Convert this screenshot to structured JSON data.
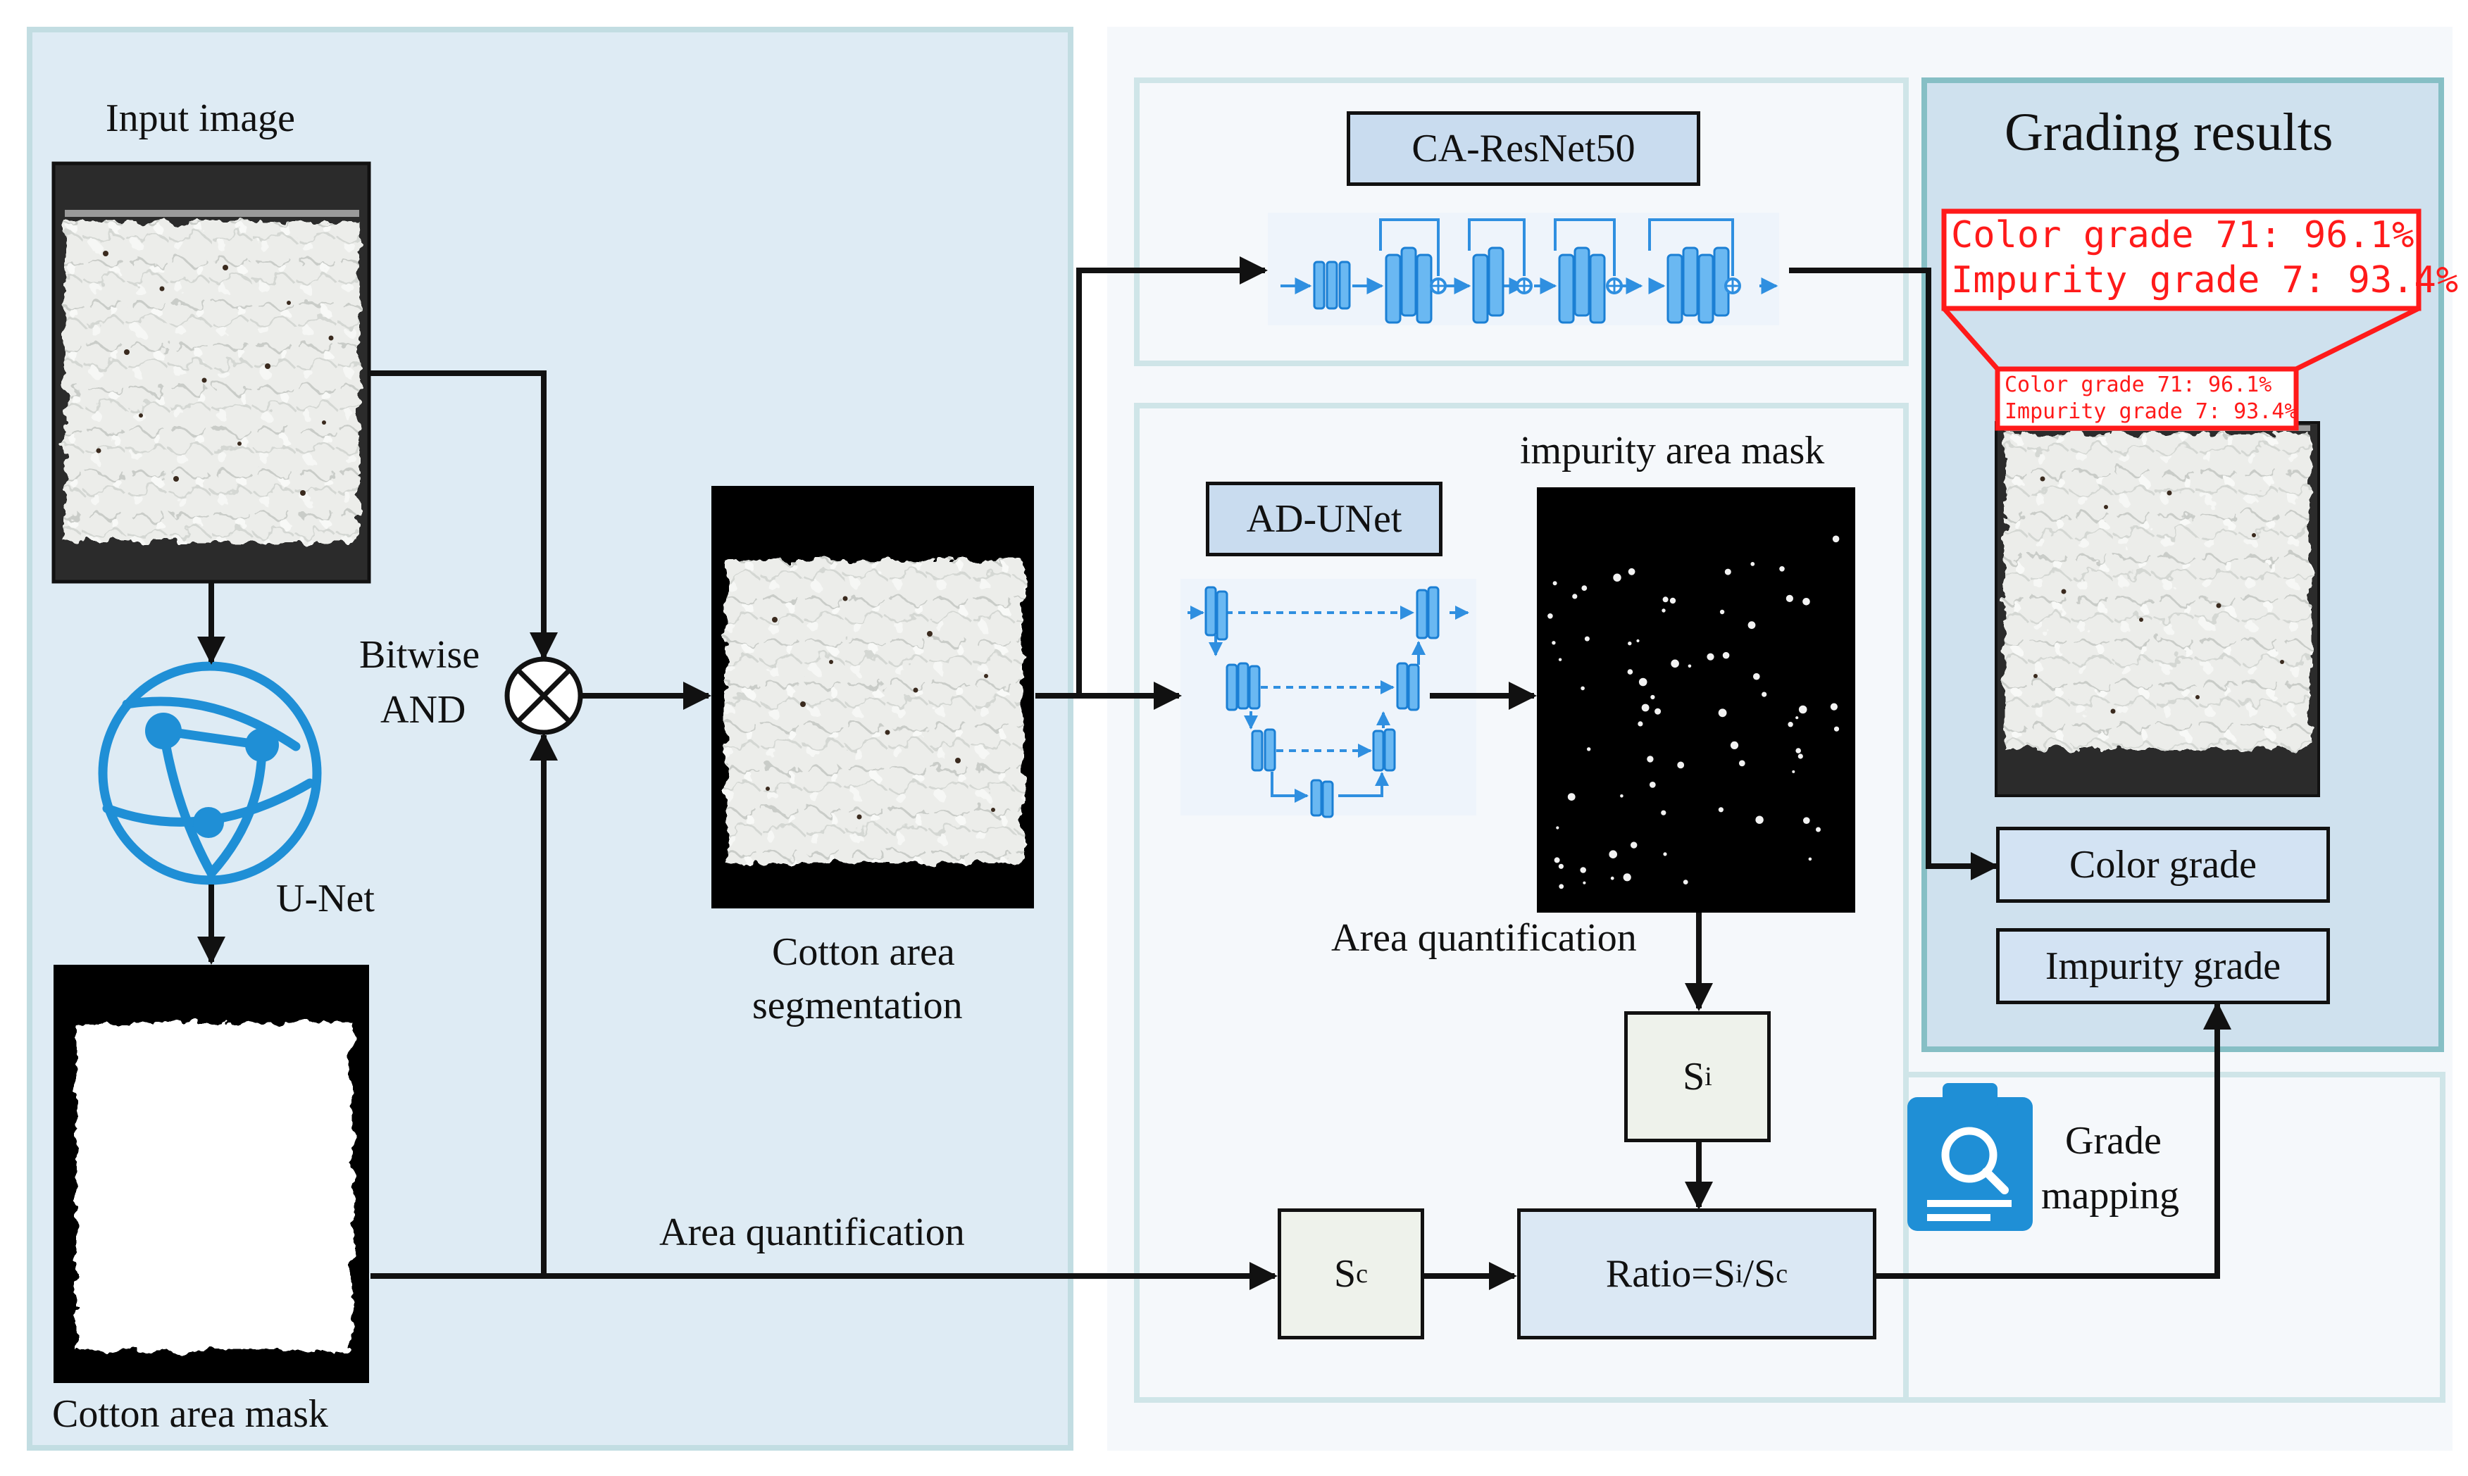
{
  "left_panel": {
    "input_image_label": "Input image",
    "unet_label": "U-Net",
    "bitwise_label_line1": "Bitwise",
    "bitwise_label_line2": "AND",
    "cotton_area_mask_label": "Cotton area mask",
    "segmentation_label_line1": "Cotton area",
    "segmentation_label_line2": "segmentation"
  },
  "classification_branch": {
    "model_title": "CA-ResNet50"
  },
  "segmentation_branch": {
    "model_title": "AD-UNet",
    "impurity_mask_label": "impurity area mask",
    "area_quantification_top": "Area quantification",
    "si_base": "S",
    "si_sub": "i",
    "sc_base": "S",
    "sc_sub": "c",
    "ratio_prefix": "Ratio=S",
    "ratio_sub1": "i",
    "ratio_mid": "/S",
    "ratio_sub2": "c"
  },
  "bottom_flow": {
    "area_quantification_bottom": "Area quantification"
  },
  "grade_mapping": {
    "line1": "Grade",
    "line2": "mapping"
  },
  "grading_results": {
    "title": "Grading results",
    "overlay_line1": "Color grade 71: 96.1%",
    "overlay_line2": "Impurity grade 7: 93.4%",
    "small_overlay_line1": "Color grade 71: 96.1%",
    "small_overlay_line2": "Impurity grade 7: 93.4%",
    "color_grade_label": "Color grade",
    "impurity_grade_label": "Impurity grade"
  },
  "colors": {
    "left_panel_fill": "#deebf4",
    "right_panel_fill": "#f5f8fb",
    "panel_border": "#c2dde2",
    "grading_fill": "#cfe1ee",
    "grading_border": "#86bfc5",
    "label_box_fill": "#c9dcef",
    "result_box_fill": "#d3e3f3",
    "s_box_fill": "#eef2eb",
    "ratio_box_fill": "#dbe8f4",
    "network_blue": "#2f8fe0",
    "accent_red": "#ff1a1a"
  }
}
